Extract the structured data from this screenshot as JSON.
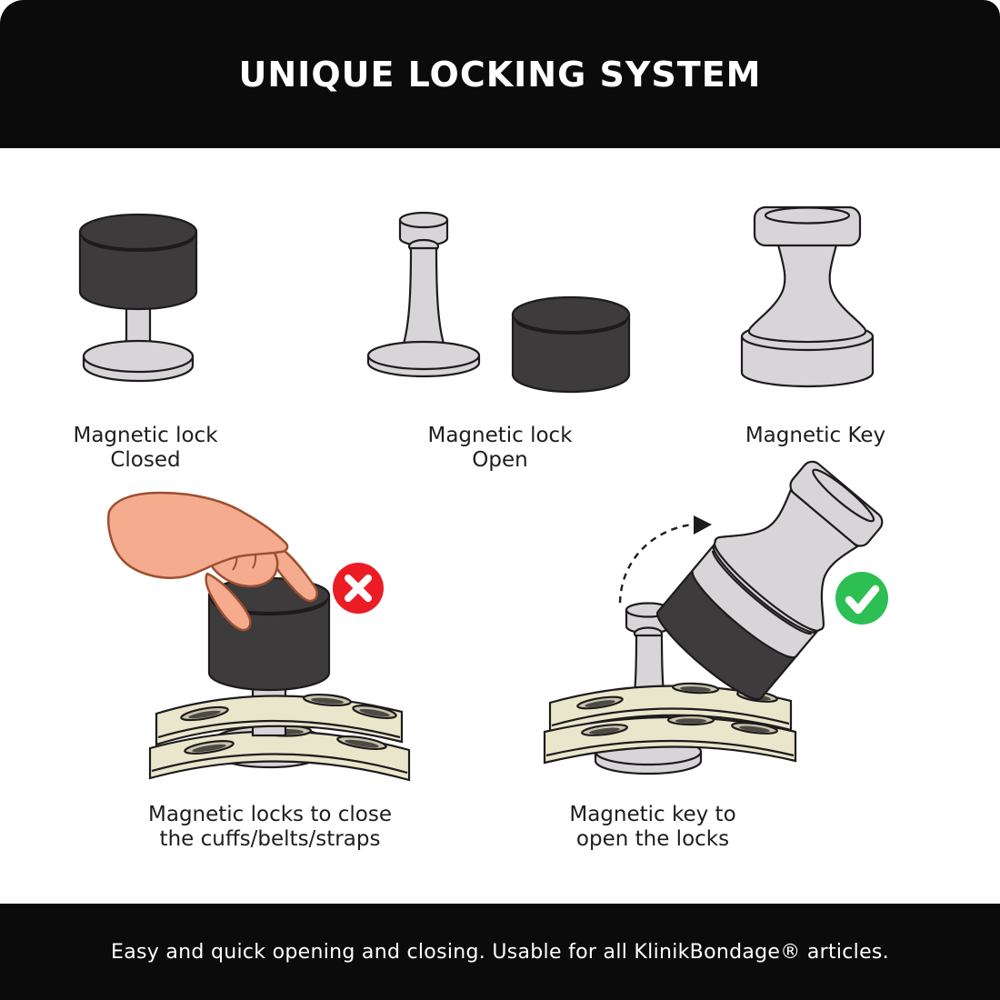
{
  "header": {
    "title": "UNIQUE LOCKING SYSTEM"
  },
  "figures": {
    "closed": {
      "caption_line1": "Magnetic lock",
      "caption_line2": "Closed"
    },
    "open": {
      "caption_line1": "Magnetic lock",
      "caption_line2": "Open"
    },
    "key": {
      "caption_line1": "Magnetic Key",
      "caption_line2": ""
    },
    "close_action": {
      "caption_line1": "Magnetic locks to close",
      "caption_line2": "the cuffs/belts/straps",
      "status": "not-allowed"
    },
    "open_action": {
      "caption_line1": "Magnetic key to",
      "caption_line2": "open the locks",
      "status": "allowed"
    }
  },
  "footer": {
    "text": "Easy and quick opening and closing. Usable for all KlinikBondage® articles."
  },
  "colors": {
    "banner-bg": "#0b0b0b",
    "banner-text": "#ffffff",
    "magnet": "#3d3b3c",
    "metal": "#d8d5d8",
    "outline": "#1d1b1c",
    "strap": "#eae6cc",
    "strap-slot": "#c9c5ab",
    "strap-slot-dark": "#4c4a44",
    "skin": "#f5ab8e",
    "skin-outline": "#9c4f30",
    "error-red": "#ec1c24",
    "success-green": "#2dbf53",
    "label-text": "#1e1c1d"
  }
}
